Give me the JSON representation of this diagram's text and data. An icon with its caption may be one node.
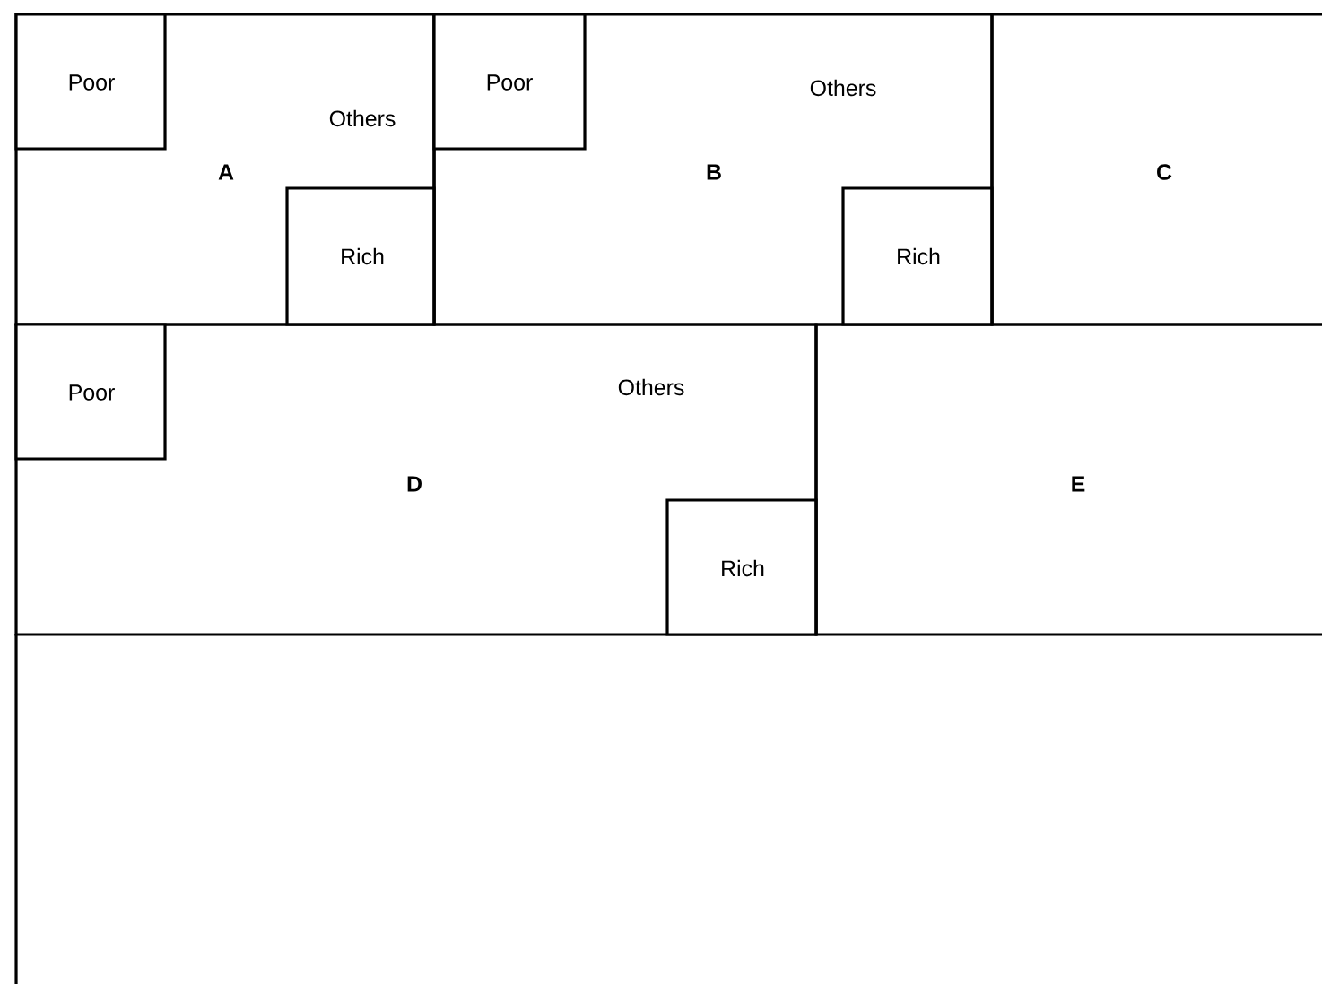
{
  "diagram": {
    "nodes": [
      {
        "text": [
          "Others",
          "A"
        ]
      },
      {
        "text": [
          "Poor"
        ],
        "in": 0
      },
      {
        "text": [
          "Rich"
        ],
        "in": 0
      },
      {
        "text": [
          "Others",
          "B"
        ]
      },
      {
        "text": [
          "Poor"
        ],
        "in": 3
      },
      {
        "text": [
          "Rich"
        ],
        "in": 3
      },
      {
        "text": [
          "C"
        ]
      },
      {
        "text": [
          "Others",
          "D"
        ]
      },
      {
        "text": [
          "Poor"
        ],
        "in": 7
      },
      {
        "text": [
          "Rich"
        ],
        "in": 7
      },
      {
        "text": [
          "E"
        ]
      }
    ]
  }
}
